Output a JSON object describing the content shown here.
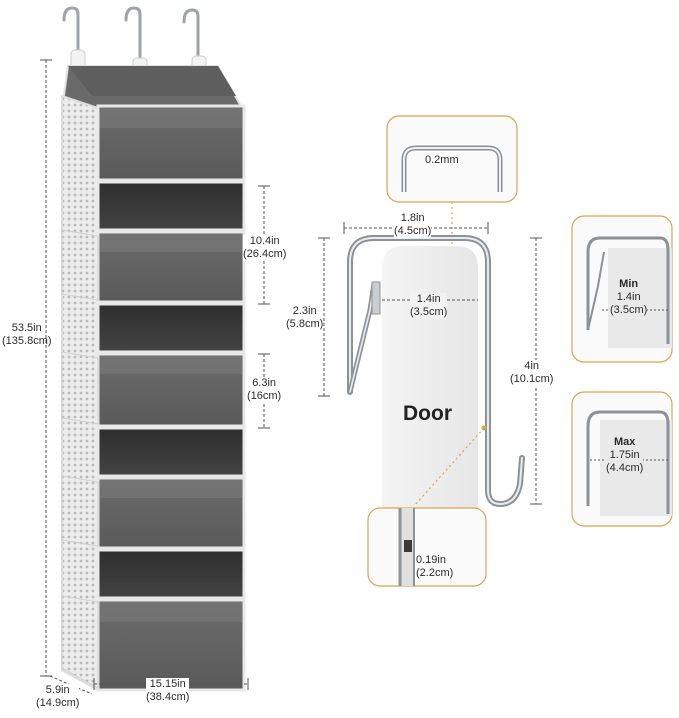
{
  "organizer": {
    "height": {
      "in": "53.5in",
      "cm": "(135.8cm)"
    },
    "pocket_spacing_large": {
      "in": "10.4in",
      "cm": "(26.4cm)"
    },
    "pocket_spacing_small": {
      "in": "6.3in",
      "cm": "(16cm)"
    },
    "depth": {
      "in": "5.9in",
      "cm": "(14.9cm)"
    },
    "width": {
      "in": "15.15in",
      "cm": "(38.4cm)"
    }
  },
  "hook": {
    "thickness": {
      "value": "0.2mm"
    },
    "inner_width": {
      "in": "1.8in",
      "cm": "(4.5cm)"
    },
    "door_gap": {
      "in": "1.4in",
      "cm": "(3.5cm)"
    },
    "front_drop": {
      "in": "2.3in",
      "cm": "(5.8cm)"
    },
    "back_drop": {
      "in": "4in",
      "cm": "(10.1cm)"
    },
    "bottom_gap": {
      "in": "0.19in",
      "cm": "(2.2cm)"
    },
    "door_label": "Door"
  },
  "insets": {
    "min": {
      "title": "Min",
      "in": "1.4in",
      "cm": "(3.5cm)"
    },
    "max": {
      "title": "Max",
      "in": "1.75in",
      "cm": "(4.4cm)"
    }
  }
}
